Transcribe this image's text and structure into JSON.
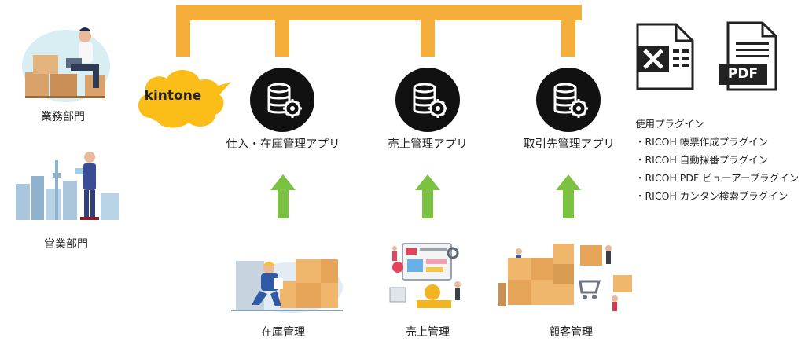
{
  "departments": {
    "business": "業務部門",
    "sales": "営業部門"
  },
  "kintone": {
    "logo_text": "kintone"
  },
  "apps": [
    {
      "label": "仕入・在庫管理アプリ"
    },
    {
      "label": "売上管理アプリ"
    },
    {
      "label": "取引先管理アプリ"
    }
  ],
  "sources": [
    {
      "label": "在庫管理"
    },
    {
      "label": "売上管理"
    },
    {
      "label": "顧客管理"
    }
  ],
  "pdf_icon": {
    "text": "PDF"
  },
  "plugins": {
    "title": "使用プラグイン",
    "items": [
      "・RICOH 帳票作成プラグイン",
      "・RICOH 自動採番プラグイン",
      "・RICOH PDF ビューアープラグイン",
      "・RICOH カンタン検索プラグイン"
    ]
  },
  "colors": {
    "connector": "#f6ae3b",
    "arrow": "#7cc242",
    "kintone_cloud": "#fbbd17",
    "db_circle": "#111111"
  }
}
